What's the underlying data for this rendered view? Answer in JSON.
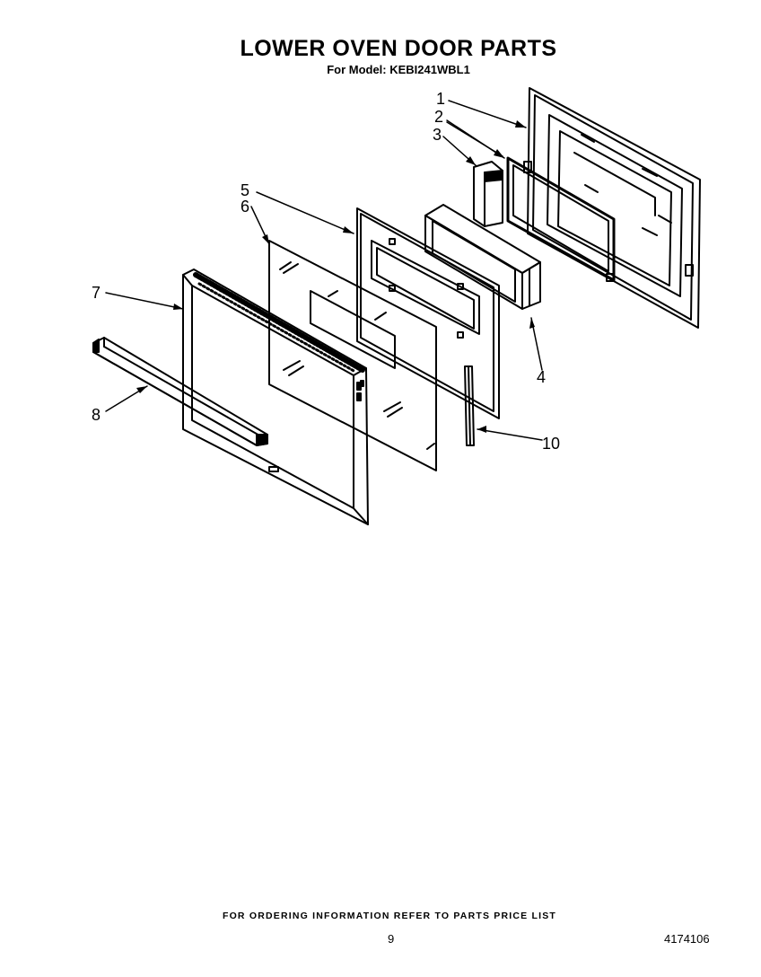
{
  "title": "LOWER OVEN DOOR PARTS",
  "subtitle": "For Model: KEBI241WBL1",
  "footer_note": "FOR ORDERING INFORMATION REFER TO PARTS PRICE LIST",
  "page_number": "9",
  "document_number": "4174106",
  "callouts": [
    {
      "id": "1",
      "label": "1"
    },
    {
      "id": "2",
      "label": "2"
    },
    {
      "id": "3",
      "label": "3"
    },
    {
      "id": "4",
      "label": "4"
    },
    {
      "id": "5",
      "label": "5"
    },
    {
      "id": "6",
      "label": "6"
    },
    {
      "id": "7",
      "label": "7"
    },
    {
      "id": "8",
      "label": "8"
    },
    {
      "id": "10",
      "label": "10"
    }
  ]
}
